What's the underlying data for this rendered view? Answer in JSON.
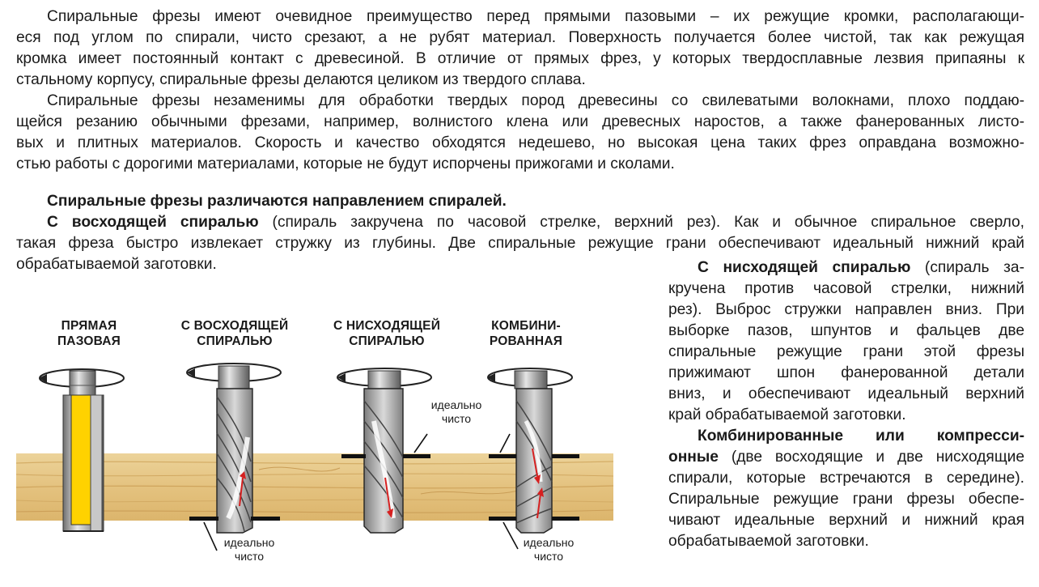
{
  "para1": {
    "lines": [
      "Спиральные фрезы имеют очевидное преимущество перед прямыми пазовыми – их режущие кромки, располагающи-",
      "еся под углом по спирали, чисто срезают, а не рубят материал. Поверхность получается более чистой, так как режущая",
      "кромка имеет постоянный контакт с древесиной. В отличие от прямых фрез, у которых твердосплавные лезвия припаяны к",
      "стальному корпусу, спиральные фрезы делаются целиком из твердого сплава."
    ]
  },
  "para2": {
    "lines": [
      "Спиральные фрезы незаменимы для обработки твердых пород древесины со свилеватыми волокнами, плохо поддаю-",
      "щейся резанию обычными фрезами, например, волнистого клена или древесных наростов, а также фанерованных листо-",
      "вых и плитных материалов. Скорость и качество обходятся недешево, но высокая цена таких фрез оправдана возможно-",
      "стью работы с дорогими материалами, которые не будут испорчены прижогами и сколами."
    ]
  },
  "heading": "Спиральные фрезы различаются направлением спиралей.",
  "para3": {
    "bold": "С восходящей спиралью",
    "line1_rest": " (спираль закручена по часовой стрелке, верхний рез). Как и обычное спиральное сверло,",
    "lines": [
      "такая фреза быстро извлекает стружку из глубины. Две спиральные режущие грани обеспечивают идеальный нижний край",
      "обрабатываемой заготовки."
    ]
  },
  "para4": {
    "bold": "С нисходящей спиралью",
    "line1_rest": " (спираль за-",
    "lines": [
      "кручена против часовой стрелки, нижний",
      "рез). Выброс стружки направлен вниз. При",
      "выборке пазов, шпунтов и фальцев две",
      "спиральные режущие грани этой фрезы",
      "прижимают шпон фанерованной детали",
      "вниз, и обеспечивают идеальный верхний",
      "край обрабатываемой заготовки."
    ]
  },
  "para5": {
    "bold1": "Комбинированные или компресси-",
    "bold2": "онные",
    "line2_rest": " (две восходящие и две нисходящие",
    "lines": [
      "спирали, которые встречаются в середине).",
      "Спиральные режущие грани фрезы обеспе-",
      "чивают идеальные верхний и нижний края",
      "обрабатываемой заготовки."
    ]
  },
  "diagram": {
    "labels": [
      [
        "ПРЯМАЯ",
        "ПАЗОВАЯ"
      ],
      [
        "С ВОСХОДЯЩЕЙ",
        "СПИРАЛЬЮ"
      ],
      [
        "С НИСХОДЯЩЕЙ",
        "СПИРАЛЬЮ"
      ],
      [
        "КОМБИНИ-",
        "РОВАННАЯ"
      ]
    ],
    "note_upcut": [
      "идеально",
      "чисто"
    ],
    "note_downcut": [
      "идеально",
      "чисто"
    ],
    "note_combo": [
      "идеально",
      "чисто"
    ],
    "colors": {
      "wood": "#e8c98a",
      "wood_grain": "#c9a25e",
      "carbide": "#ffd200",
      "steel": "#a9a9a9",
      "arrow": "#d62020"
    }
  }
}
